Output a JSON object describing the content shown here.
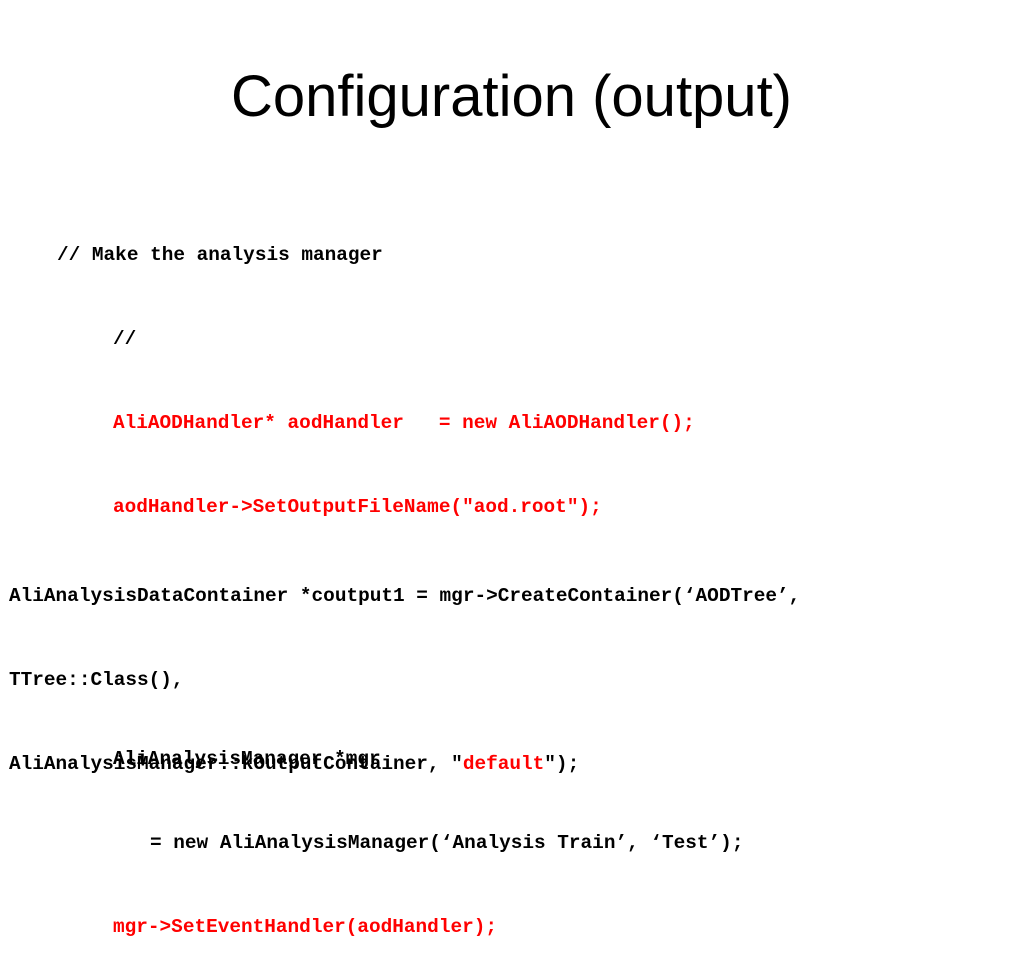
{
  "slide": {
    "title": "Configuration (output)"
  },
  "colors": {
    "text": "#000000",
    "highlight": "#ff0000",
    "background": "#ffffff"
  },
  "code_block_1": {
    "comment_make": "// Make the analysis manager",
    "comment_empty": "//",
    "handler_decl": "AliAODHandler* aodHandler   = new AliAODHandler();",
    "set_output": "aodHandler->SetOutputFileName(\"aod.root\");",
    "mgr_decl": "AliAnalysisManager *mgr",
    "mgr_new": "= new AliAnalysisManager(‘Analysis Train’, ‘Test’);",
    "set_handler": "mgr->SetEventHandler(aodHandler);"
  },
  "code_block_2": {
    "line1": "AliAnalysisDataContainer *coutput1 = mgr->CreateContainer(‘AODTree’,",
    "line2": "TTree::Class(),",
    "line3_prefix": "AliAnalysisManager::kOutputContainer, \"",
    "line3_highlight": "default",
    "line3_suffix": "\");"
  }
}
